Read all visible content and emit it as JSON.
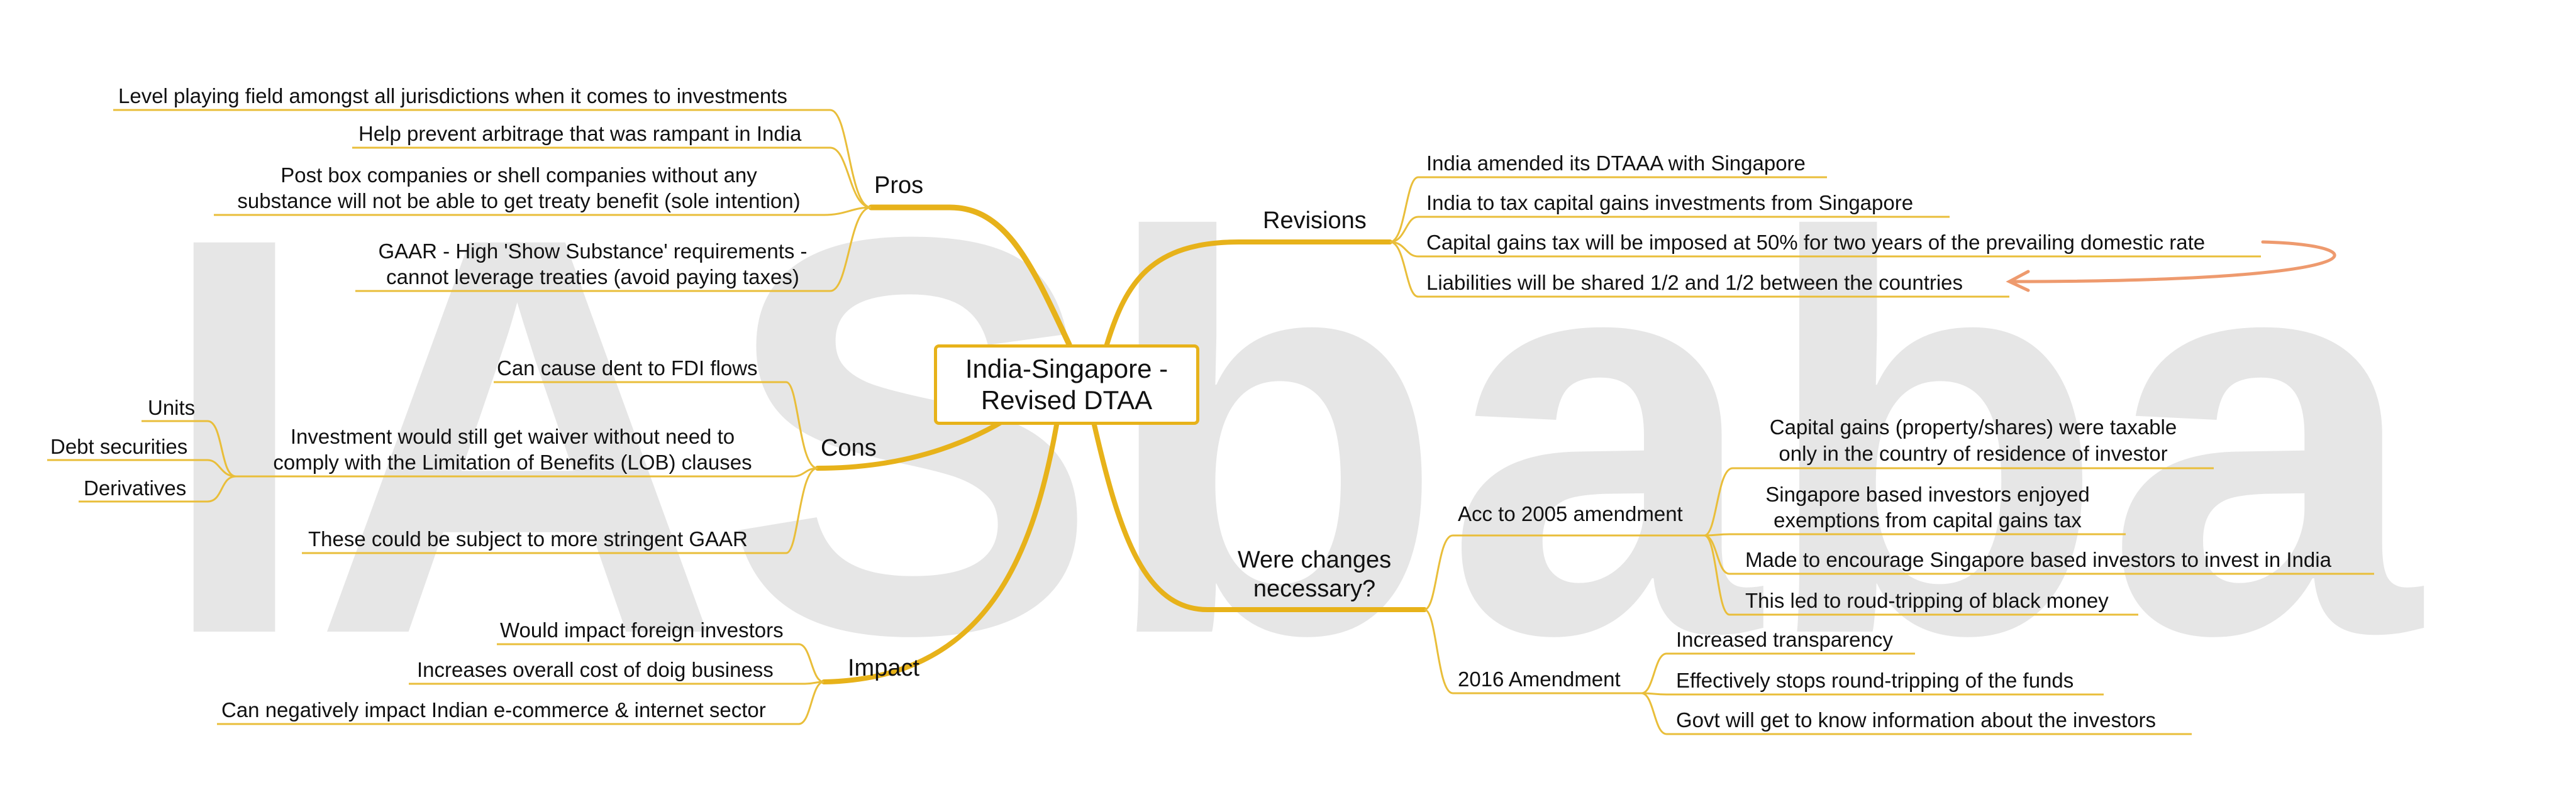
{
  "watermark": "IASbaba",
  "colors": {
    "branch": "#e7b21a",
    "leaf_line": "#e9be3a",
    "relation_arrow": "#ee9a6e",
    "watermark": "#e6e6e6"
  },
  "center": {
    "line1": "India-Singapore -",
    "line2": "Revised DTAA"
  },
  "pros": {
    "label": "Pros",
    "items": [
      "Level playing field amongst all jurisdictions when it comes to investments",
      "Help prevent arbitrage that was rampant in India",
      "Post box companies or shell companies without any",
      "substance will not be able to get treaty benefit (sole intention)",
      "GAAR - High 'Show Substance' requirements -",
      "cannot leverage treaties (avoid paying taxes)"
    ]
  },
  "cons": {
    "label": "Cons",
    "items": [
      "Can cause dent to FDI flows",
      "Investment would still get waiver without need to",
      "comply with the Limitation of Benefits (LOB) clauses",
      "These could be subject to more stringent GAAR"
    ],
    "sub_items": [
      "Units",
      "Debt securities",
      "Derivatives"
    ]
  },
  "impact": {
    "label": "Impact",
    "items": [
      "Would impact foreign investors",
      "Increases overall cost of doig business",
      "Can negatively impact Indian e-commerce & internet sector"
    ]
  },
  "revisions": {
    "label": "Revisions",
    "items": [
      "India amended its DTAAA with Singapore",
      "India to tax capital gains investments from Singapore",
      "Capital gains tax will be imposed at 50% for two years of the prevailing domestic rate",
      "Liabilities will be shared 1/2 and 1/2 between the countries"
    ]
  },
  "changes": {
    "label_line1": "Were changes",
    "label_line2": "necessary?",
    "amend2005": {
      "label": "Acc to 2005 amendment",
      "items": [
        "Capital gains (property/shares) were taxable",
        "only in the country of residence of investor",
        "Singapore based investors enjoyed",
        "exemptions from capital gains tax",
        "Made to encourage Singapore based investors to invest in India",
        "This led to roud-tripping of black money"
      ]
    },
    "amend2016": {
      "label": "2016 Amendment",
      "items": [
        "Increased transparency",
        "Effectively stops round-tripping of the funds",
        "Govt will get to know information about the investors"
      ]
    }
  }
}
